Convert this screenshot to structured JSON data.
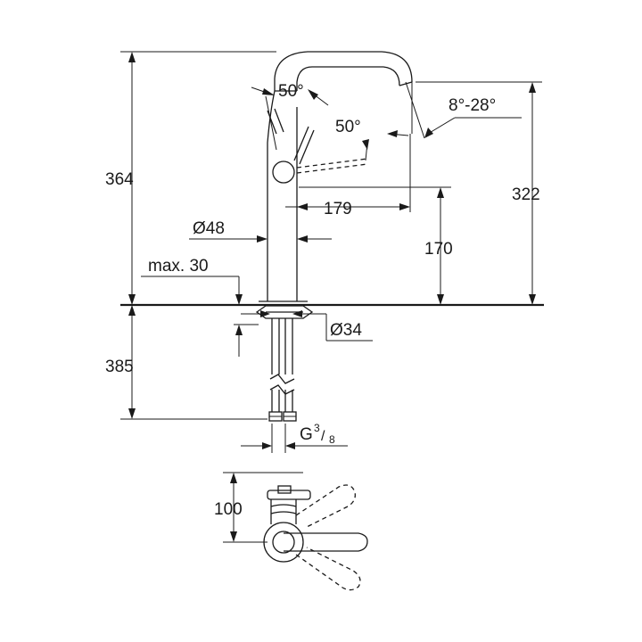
{
  "dimensions": {
    "total_height": "364",
    "reach": "179",
    "spout_angle": "8°-28°",
    "spout_height": "322",
    "lever_angle_up": "50°",
    "lever_angle_side": "50°",
    "body_diameter": "Ø48",
    "outlet_height": "170",
    "max_deck_thickness": "max. 30",
    "hole_diameter": "Ø34",
    "hose_length": "385",
    "connection_g": "G",
    "connection_num": "3",
    "connection_den": "8",
    "handle_offset": "100"
  },
  "colors": {
    "line": "#1a1a1a",
    "background": "#ffffff"
  }
}
